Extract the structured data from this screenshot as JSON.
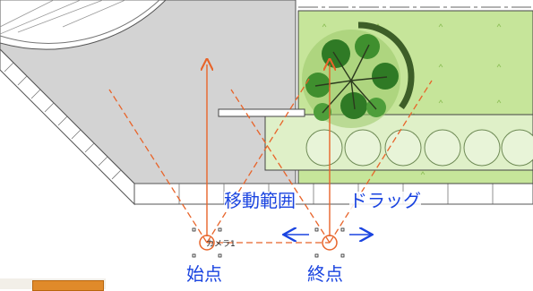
{
  "labels": {
    "move_range": "移動範囲",
    "drag": "ドラッグ",
    "start_point": "始点",
    "end_point": "終点",
    "camera_tag": "カメラ1"
  },
  "colors": {
    "accent_orange": "#e8642a",
    "label_blue": "#1a44e0",
    "lawn_green": "#c6e59a",
    "paving_gray": "#d3d3d3",
    "hedge_green": "#dff0c8"
  }
}
